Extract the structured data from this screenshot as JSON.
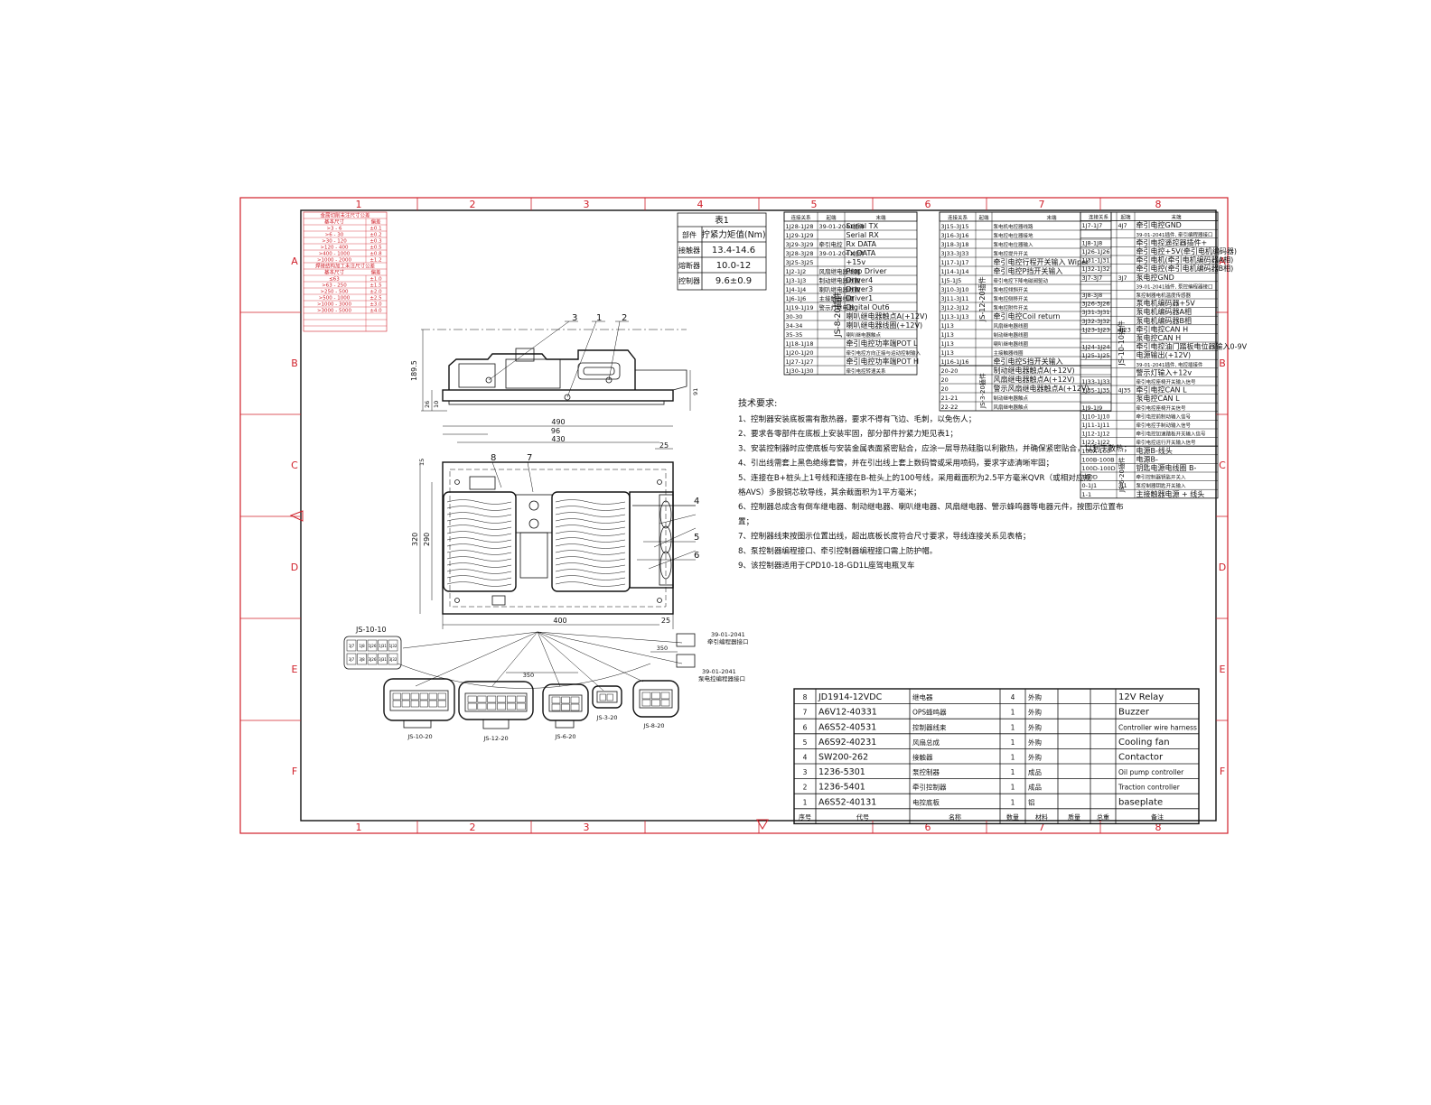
{
  "frame": {
    "columns": [
      "1",
      "2",
      "3",
      "4",
      "5",
      "6",
      "7",
      "8"
    ],
    "rows": [
      "A",
      "B",
      "C",
      "D",
      "E",
      "F"
    ],
    "border_color": "#d0202a"
  },
  "tolerance_table": {
    "title1": "金属切削未注尺寸公差",
    "head1": [
      "基本尺寸",
      "偏差"
    ],
    "rows1": [
      [
        ">3 - 6",
        "±0.1"
      ],
      [
        ">6 - 30",
        "±0.2"
      ],
      [
        ">30 - 120",
        "±0.3"
      ],
      [
        ">120 - 400",
        "±0.5"
      ],
      [
        ">400 - 1000",
        "±0.8"
      ],
      [
        ">1000 - 2000",
        "±1.2"
      ]
    ],
    "title2": "焊接结构加工未注尺寸公差",
    "head2": [
      "基本尺寸",
      "偏差"
    ],
    "rows2": [
      [
        "≤63",
        "±1.0"
      ],
      [
        ">63 - 250",
        "±1.5"
      ],
      [
        ">250 - 500",
        "±2.0"
      ],
      [
        ">500 - 1000",
        "±2.5"
      ],
      [
        ">1000 - 3000",
        "±3.0"
      ],
      [
        ">3000 - 5000",
        "±4.0"
      ]
    ]
  },
  "torque_table": {
    "title": "表1",
    "head": [
      "部件",
      "拧紧力矩值(Nm)"
    ],
    "rows": [
      [
        "接触器",
        "13.4-14.6"
      ],
      [
        "熔断器",
        "10.0-12"
      ],
      [
        "控制器",
        "9.6±0.9"
      ]
    ]
  },
  "js820": {
    "head": [
      "连接关系",
      "起端",
      "末端"
    ],
    "rows": [
      [
        "1J28-1J28",
        "39-01-2041插件",
        "Serial TX"
      ],
      [
        "1J29-1J29",
        "",
        "Serial RX"
      ],
      [
        "3J29-3J29",
        "牵引电控",
        "Rx DATA"
      ],
      [
        "3J28-3J28",
        "39-01-2041插件",
        "Tx DATA"
      ],
      [
        "3J25-3J25",
        "",
        "+15v"
      ],
      [
        "1J2-1J2",
        "风扇继电器线圈",
        "Prop Driver"
      ],
      [
        "1J3-1J3",
        "制动继电器线圈",
        "Driver4"
      ],
      [
        "1J4-1J4",
        "喇叭继电器线圈",
        "Driver3"
      ],
      [
        "1J6-1J6",
        "主接触器线圈",
        "Driver1"
      ],
      [
        "1J19-1J19",
        "警示灯继电器",
        "Digital Out6"
      ],
      [
        "30-30",
        "",
        "喇叭继电器触点A(+12V)"
      ],
      [
        "34-34",
        "",
        "喇叭继电器线圈(+12V)"
      ],
      [
        "35-35",
        "",
        "喇叭继电器触点"
      ],
      [
        "1J18-1J18",
        "",
        "牵引电控功率端POT L"
      ],
      [
        "1J20-1J20",
        "",
        "牵引电控方向正接与运动控制输入"
      ],
      [
        "1J27-1J27",
        "",
        "牵引电控功率端POT H"
      ],
      [
        "1J30-1J30",
        "",
        "牵引电控转速关系"
      ]
    ],
    "label": "JS-8-20插件"
  },
  "js1220": {
    "head": [
      "连接关系",
      "起端",
      "末端"
    ],
    "rows": [
      [
        "3J15-3J15",
        "",
        "泵电机电控器线路"
      ],
      [
        "3J16-3J16",
        "",
        "泵电控电位器接地"
      ],
      [
        "3J18-3J18",
        "",
        "泵电控电位器输入"
      ],
      [
        "3J33-3J33",
        "",
        "泵电控提升开关"
      ],
      [
        "1J17-1J17",
        "",
        "牵引电控行程开关输入 Wiper"
      ],
      [
        "1J14-1J14",
        "",
        "牵引电控P挡开关输入"
      ],
      [
        "1J5-1J5",
        "",
        "牵引电控下降电磁阀驱动"
      ],
      [
        "3J10-3J10",
        "",
        "泵电控倾斜开关"
      ],
      [
        "3J11-3J11",
        "",
        "泵电控侧移开关"
      ],
      [
        "3J12-3J12",
        "",
        "泵电控附件开关"
      ],
      [
        "1J13-1J13",
        "",
        "牵引电控Coil return"
      ],
      [
        "1J13",
        "",
        "风扇继电器线圈"
      ],
      [
        "1J13",
        "",
        "制动继电器线圈"
      ],
      [
        "1J13",
        "",
        "喇叭继电器线圈"
      ],
      [
        "1J13",
        "",
        "主接触器线圈"
      ],
      [
        "1J16-1J16",
        "",
        "牵引电控S挡开关输入"
      ]
    ],
    "label": "JS-12-20插件"
  },
  "js320": {
    "rows": [
      [
        "20-20",
        "",
        "制动继电器触点A(+12V)"
      ],
      [
        "20",
        "",
        "风扇继电器触点A(+12V)"
      ],
      [
        "20",
        "",
        "警示风扇继电器触点A(+12V)"
      ],
      [
        "21-21",
        "",
        "制动继电器触点"
      ],
      [
        "22-22",
        "",
        "风扇继电器触点"
      ]
    ],
    "label": "JS-3-20插件"
  },
  "js1010": {
    "head": [
      "连接关系",
      "起端",
      "末端"
    ],
    "rows": [
      [
        "1J7-1J7",
        "4J7",
        "牵引电控GND"
      ],
      [
        "",
        "",
        "39-01-2041插件, 牵引编程器接口"
      ],
      [
        "1J8-1J8",
        "",
        "牵引电控遥控器插件+"
      ],
      [
        "1J26-1J26",
        "",
        "牵引电控+5V(牵引电机编码器)"
      ],
      [
        "1J31-1J31",
        "",
        "牵引电机(牵引电机编码器A相)"
      ],
      [
        "1J32-1J32",
        "",
        "牵引电控(牵引电机编码器B相)"
      ],
      [
        "3J7-3J7",
        "3J7",
        "泵电控GND"
      ],
      [
        "",
        "",
        "39-01-2041插件, 泵控编程器接口"
      ],
      [
        "3J8-3J8",
        "",
        "泵控制器电机温度传感器"
      ],
      [
        "3J26-3J26",
        "",
        "泵电机编码器+5V"
      ],
      [
        "3J31-3J31",
        "",
        "泵电机编码器A相"
      ],
      [
        "3J32-3J32",
        "",
        "泵电机编码器B相"
      ],
      [
        "1J23-1J23",
        "4J23",
        "牵引电控CAN H"
      ],
      [
        "",
        "",
        "泵电控CAN H"
      ],
      [
        "1J24-1J24",
        "",
        "牵引电控油门踏板电位器输入0-9V"
      ],
      [
        "1J25-1J25",
        "",
        "电源输出(+12V)"
      ],
      [
        "",
        "",
        "39-01-2041插件, 电控插接件"
      ],
      [
        "",
        "",
        "警示灯输入+12v"
      ],
      [
        "1J33-1J33",
        "",
        "牵引电控座椅开关输入信号"
      ],
      [
        "1J35-1J35",
        "4J35",
        "牵引电控CAN L"
      ],
      [
        "",
        "",
        "泵电控CAN L"
      ],
      [
        "1J9-1J9",
        "",
        "牵引电控座椅开关信号"
      ],
      [
        "1J10-1J10",
        "",
        "牵引电控前制动输入信号"
      ],
      [
        "1J11-1J11",
        "",
        "牵引电控手制动输入信号"
      ],
      [
        "1J12-1J12",
        "",
        "牵引电控加速踏板开关输入信号"
      ],
      [
        "1J22-1J22",
        "",
        "牵引电控运行开关输入信号"
      ]
    ],
    "label": "JS-10-10插件"
  },
  "js620": {
    "rows": [
      [
        "100A-100",
        "",
        "电源B-线头"
      ],
      [
        "100B-100B",
        "",
        "电源B-"
      ],
      [
        "100D-100D",
        "",
        "钥匙电源电线圈 B-"
      ],
      [
        "100D",
        "",
        "牵引控制器钥匙开关入"
      ],
      [
        "0-1J1",
        "3J1",
        "泵控制器钥匙开关输入"
      ],
      [
        "1-1",
        "",
        "主接触器电源 + 线头"
      ]
    ],
    "label": "JS-6-20插件"
  },
  "tech_requirements": {
    "title": "技术要求:",
    "items": [
      "1、控制器安装底板需有散热器，要求不得有飞边、毛刺，以免伤人；",
      "2、要求各零部件在底板上安装牢固，部分部件拧紧力矩见表1；",
      "3、安装控制器时应使底板与安装金属表面紧密贴合，应涂一层导热硅脂以利散热，并确保紧密贴合，以利于散热；",
      "4、引出线需套上黑色绝缘套管，并在引出线上套上数码管或采用喷码，要求字迹清晰牢固；",
      "5、连接在B+桩头上1号线和连接在B-桩头上的100号线，采用截面积为2.5平方毫米QVR（或相对应规",
      "格AVS）多股铜芯软导线，其余截面积为1平方毫米；",
      "6、控制器总成含有倒车继电器、制动继电器、喇叭继电器、风扇继电器、警示蜂鸣器等电器元件，按图示位置布",
      "置；",
      "7、控制器线束按图示位置出线，超出底板长度符合尺寸要求，导线连接关系见表格；",
      "8、泵控制器编程接口、牵引控制器编程接口需上防护帽。",
      "9、该控制器适用于CPD10-18-GD1L座驾电瓶叉车"
    ]
  },
  "dimensions": {
    "side_height": "189.5",
    "side_small1": "26",
    "side_small2": "10",
    "side_right": "91",
    "top_490": "490",
    "top_96": "96",
    "top_430": "430",
    "top_25a": "25",
    "top_15": "15",
    "left_320": "320",
    "left_290": "290",
    "bottom_400": "400",
    "bottom_25": "25",
    "harness_350a": "350",
    "harness_350b": "350"
  },
  "callouts": [
    "1",
    "2",
    "3",
    "4",
    "5",
    "6",
    "7",
    "8"
  ],
  "connectors": {
    "js1010_label": "JS-10-10",
    "js1010_pins": [
      "1J7",
      "1J8",
      "1J26",
      "1J31",
      "1J32",
      "3J7",
      "3J8",
      "3J26",
      "3J31",
      "3J32"
    ],
    "bottom_labels": [
      "JS-10-20",
      "JS-12-20",
      "JS-6-20",
      "JS-3-20",
      "JS-8-20"
    ],
    "side_note1": "39-01-2041",
    "side_note2": "牵引编程器接口",
    "side_note3": "39-01-2041",
    "side_note4": "泵电控编程器接口"
  },
  "bom": {
    "head": [
      "序号",
      "代号",
      "名称",
      "数量",
      "材料",
      "质量",
      "总重",
      "备注"
    ],
    "rows": [
      [
        "8",
        "JD1914-12VDC",
        "继电器",
        "4",
        "外购",
        "",
        "",
        "12V Relay"
      ],
      [
        "7",
        "A6V12-40331",
        "OPS蜂鸣器",
        "1",
        "外购",
        "",
        "",
        "Buzzer"
      ],
      [
        "6",
        "A6S52-40531",
        "控制器线束",
        "1",
        "外购",
        "",
        "",
        "Controller wire harness"
      ],
      [
        "5",
        "A6S92-40231",
        "风扇总成",
        "1",
        "外购",
        "",
        "",
        "Cooling fan"
      ],
      [
        "4",
        "SW200-262",
        "接触器",
        "1",
        "外购",
        "",
        "",
        "Contactor"
      ],
      [
        "3",
        "1236-5301",
        "泵控制器",
        "1",
        "成品",
        "",
        "",
        "Oil pump controller"
      ],
      [
        "2",
        "1236-5401",
        "牵引控制器",
        "1",
        "成品",
        "",
        "",
        "Traction controller"
      ],
      [
        "1",
        "A6S52-40131",
        "电控底板",
        "1",
        "铝",
        "",
        "",
        "baseplate"
      ]
    ]
  }
}
